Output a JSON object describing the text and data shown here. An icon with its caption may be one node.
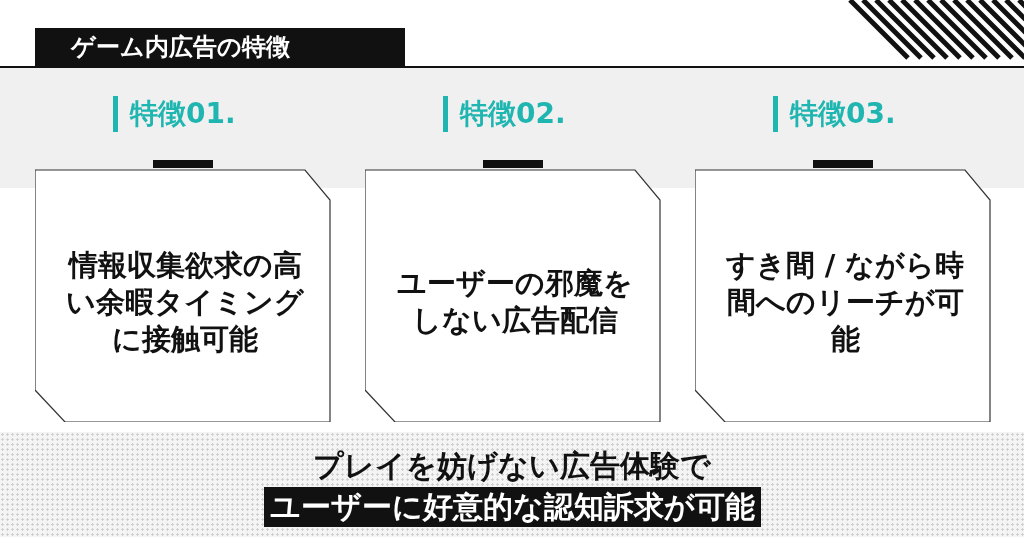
{
  "diagram": {
    "title": "ゲーム内広告の特徴",
    "nodes": [
      {
        "text": [
          "特徴01.",
          "情報収集欲求の高い余暇タイミングに接触可能"
        ]
      },
      {
        "text": [
          "特徴02.",
          "ユーザーの邪魔をしない広告配信"
        ]
      },
      {
        "text": [
          "特徴03.",
          "すき間 / ながら時間へのリーチが可能"
        ]
      }
    ],
    "edges": [],
    "labels": [
      "プレイを妨げない広告体験で",
      "ユーザーに好意的な認知訴求が可能"
    ]
  }
}
